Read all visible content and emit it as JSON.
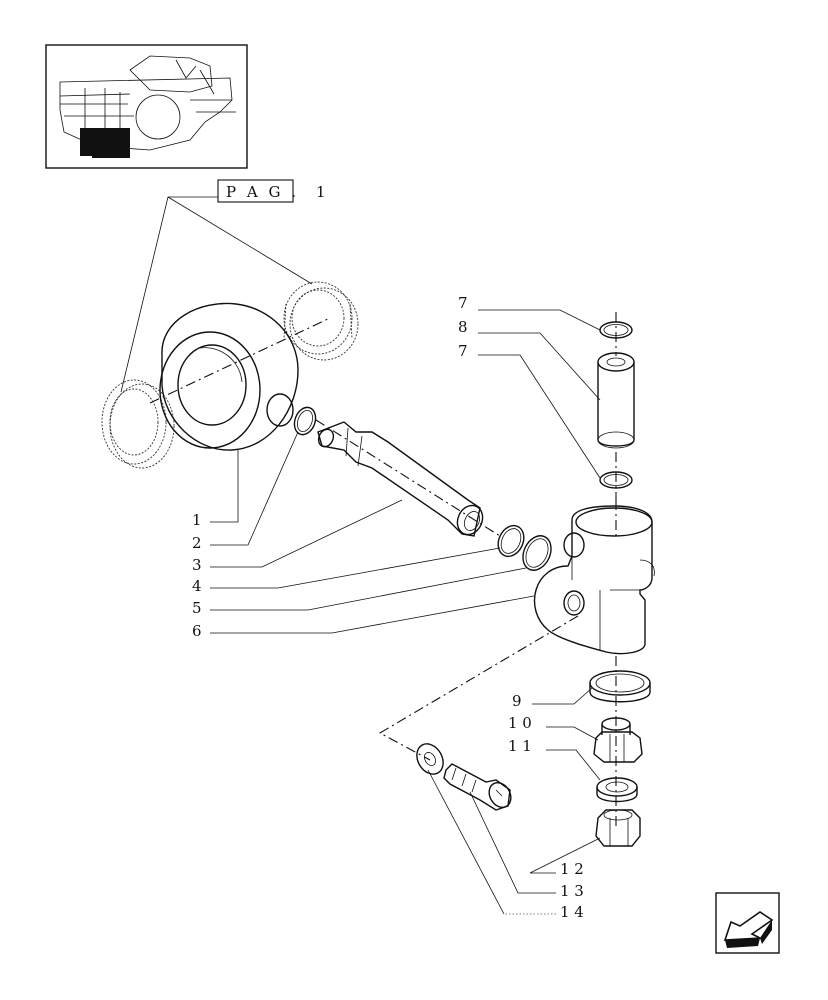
{
  "reference": {
    "page_label": "P A G .",
    "page_number": "1"
  },
  "callouts": {
    "c1": "1",
    "c2": "2",
    "c3": "3",
    "c4": "4",
    "c5": "5",
    "c6": "6",
    "c7a": "7",
    "c8": "8",
    "c7b": "7",
    "c9": "9",
    "c10": "1 0",
    "c11": "1 1",
    "c12": "1 2",
    "c13": "1 3",
    "c14": "1 4"
  },
  "icons": {
    "thumbnail": "tractor-assembly-thumbnail-icon",
    "nav": "previous-page-arrow-icon"
  }
}
